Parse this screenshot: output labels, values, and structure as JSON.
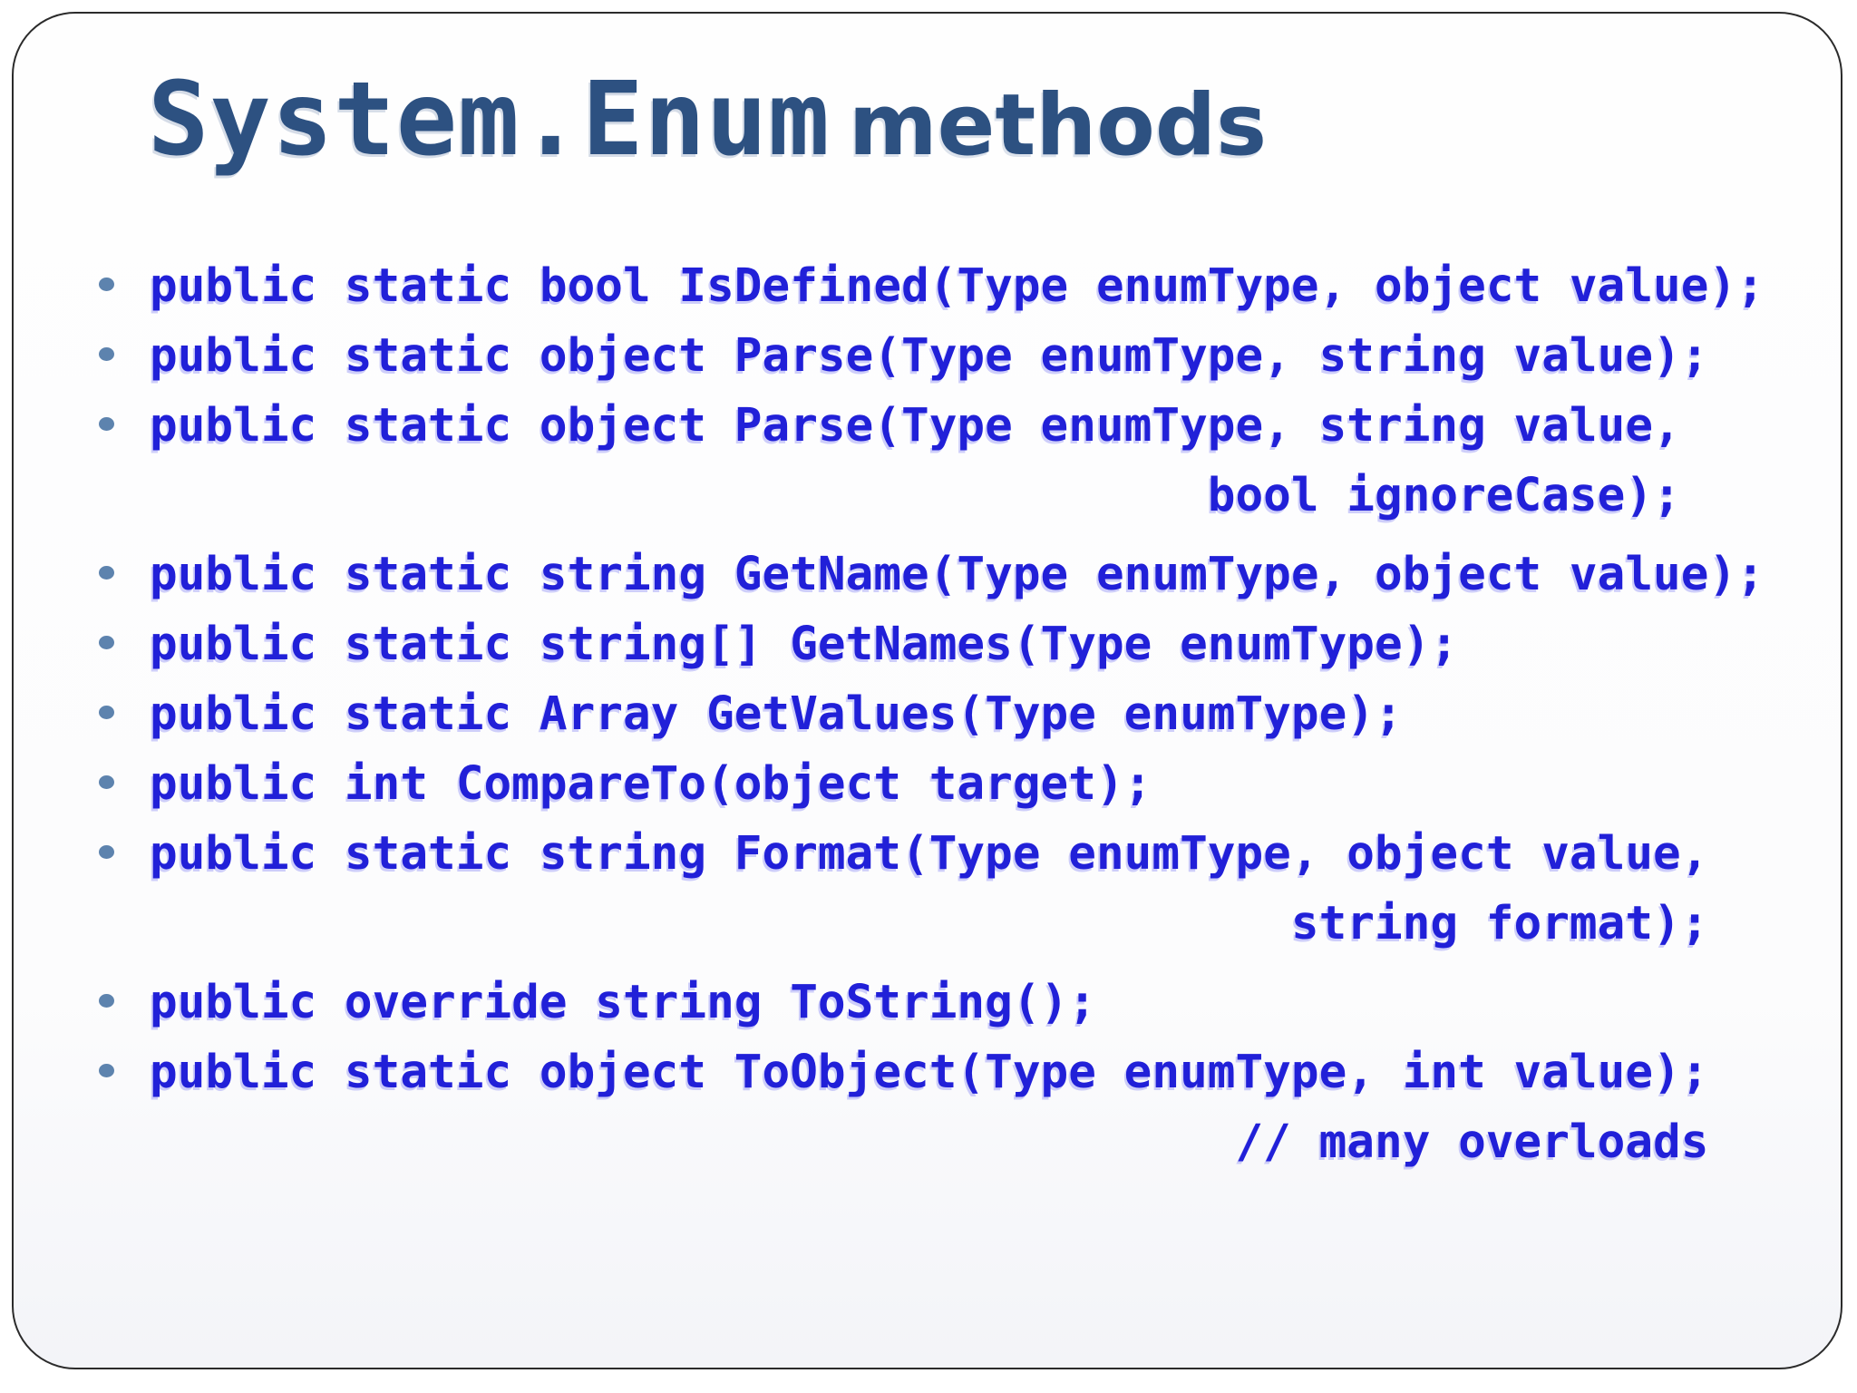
{
  "slide": {
    "title": {
      "mono_part": "System.Enum",
      "sans_part": "methods"
    },
    "colors": {
      "title_text": "#2d5181",
      "code_text": "#2120d8",
      "bullet": "#5d83ae",
      "frame_border": "#2b2b2b",
      "background": "#fefefe"
    }
  },
  "content": {
    "items": [
      {
        "lines": [
          {
            "text": "public static bool IsDefined(Type enumType, object value);"
          }
        ]
      },
      {
        "lines": [
          {
            "text": "public static object Parse(Type enumType, string value);"
          }
        ]
      },
      {
        "lines": [
          {
            "text": "public static object Parse(Type enumType, string value,"
          },
          {
            "text": "bool ignoreCase);"
          }
        ]
      },
      {
        "lines": [
          {
            "text": "public static string GetName(Type enumType, object value);"
          }
        ]
      },
      {
        "lines": [
          {
            "text": "public static string[] GetNames(Type enumType);"
          }
        ]
      },
      {
        "lines": [
          {
            "text": "public static Array GetValues(Type enumType);"
          }
        ]
      },
      {
        "lines": [
          {
            "text": "public int CompareTo(object target);"
          }
        ]
      },
      {
        "lines": [
          {
            "text": "public static string Format(Type enumType, object value,"
          },
          {
            "text": "string format);"
          }
        ]
      },
      {
        "lines": [
          {
            "text": "public override string ToString();"
          }
        ]
      },
      {
        "lines": [
          {
            "text": "public static object ToObject(Type enumType, int value);"
          },
          {
            "text": "// many overloads"
          }
        ]
      }
    ]
  }
}
